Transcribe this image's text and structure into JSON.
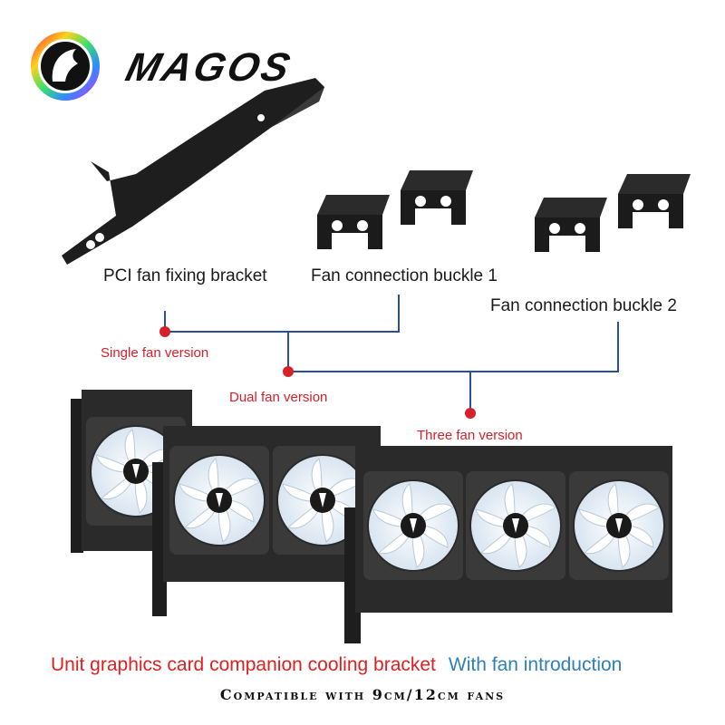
{
  "brand": {
    "name": "MAGOS"
  },
  "labels": {
    "pci_bracket": "PCI fan fixing bracket",
    "buckle1": "Fan connection buckle 1",
    "buckle2": "Fan connection buckle 2"
  },
  "versions": {
    "single": "Single fan version",
    "dual": "Dual fan version",
    "three": "Three fan version"
  },
  "footer": {
    "title": "Unit graphics card companion cooling bracket",
    "subtitle": "With fan introduction",
    "compat": "Compatible with 9cm/12cm fans"
  },
  "colors": {
    "connector_line": "#2a4fa0",
    "dot": "#d6202a",
    "title_red": "#e02020",
    "title_blue": "#2f7fb8"
  }
}
